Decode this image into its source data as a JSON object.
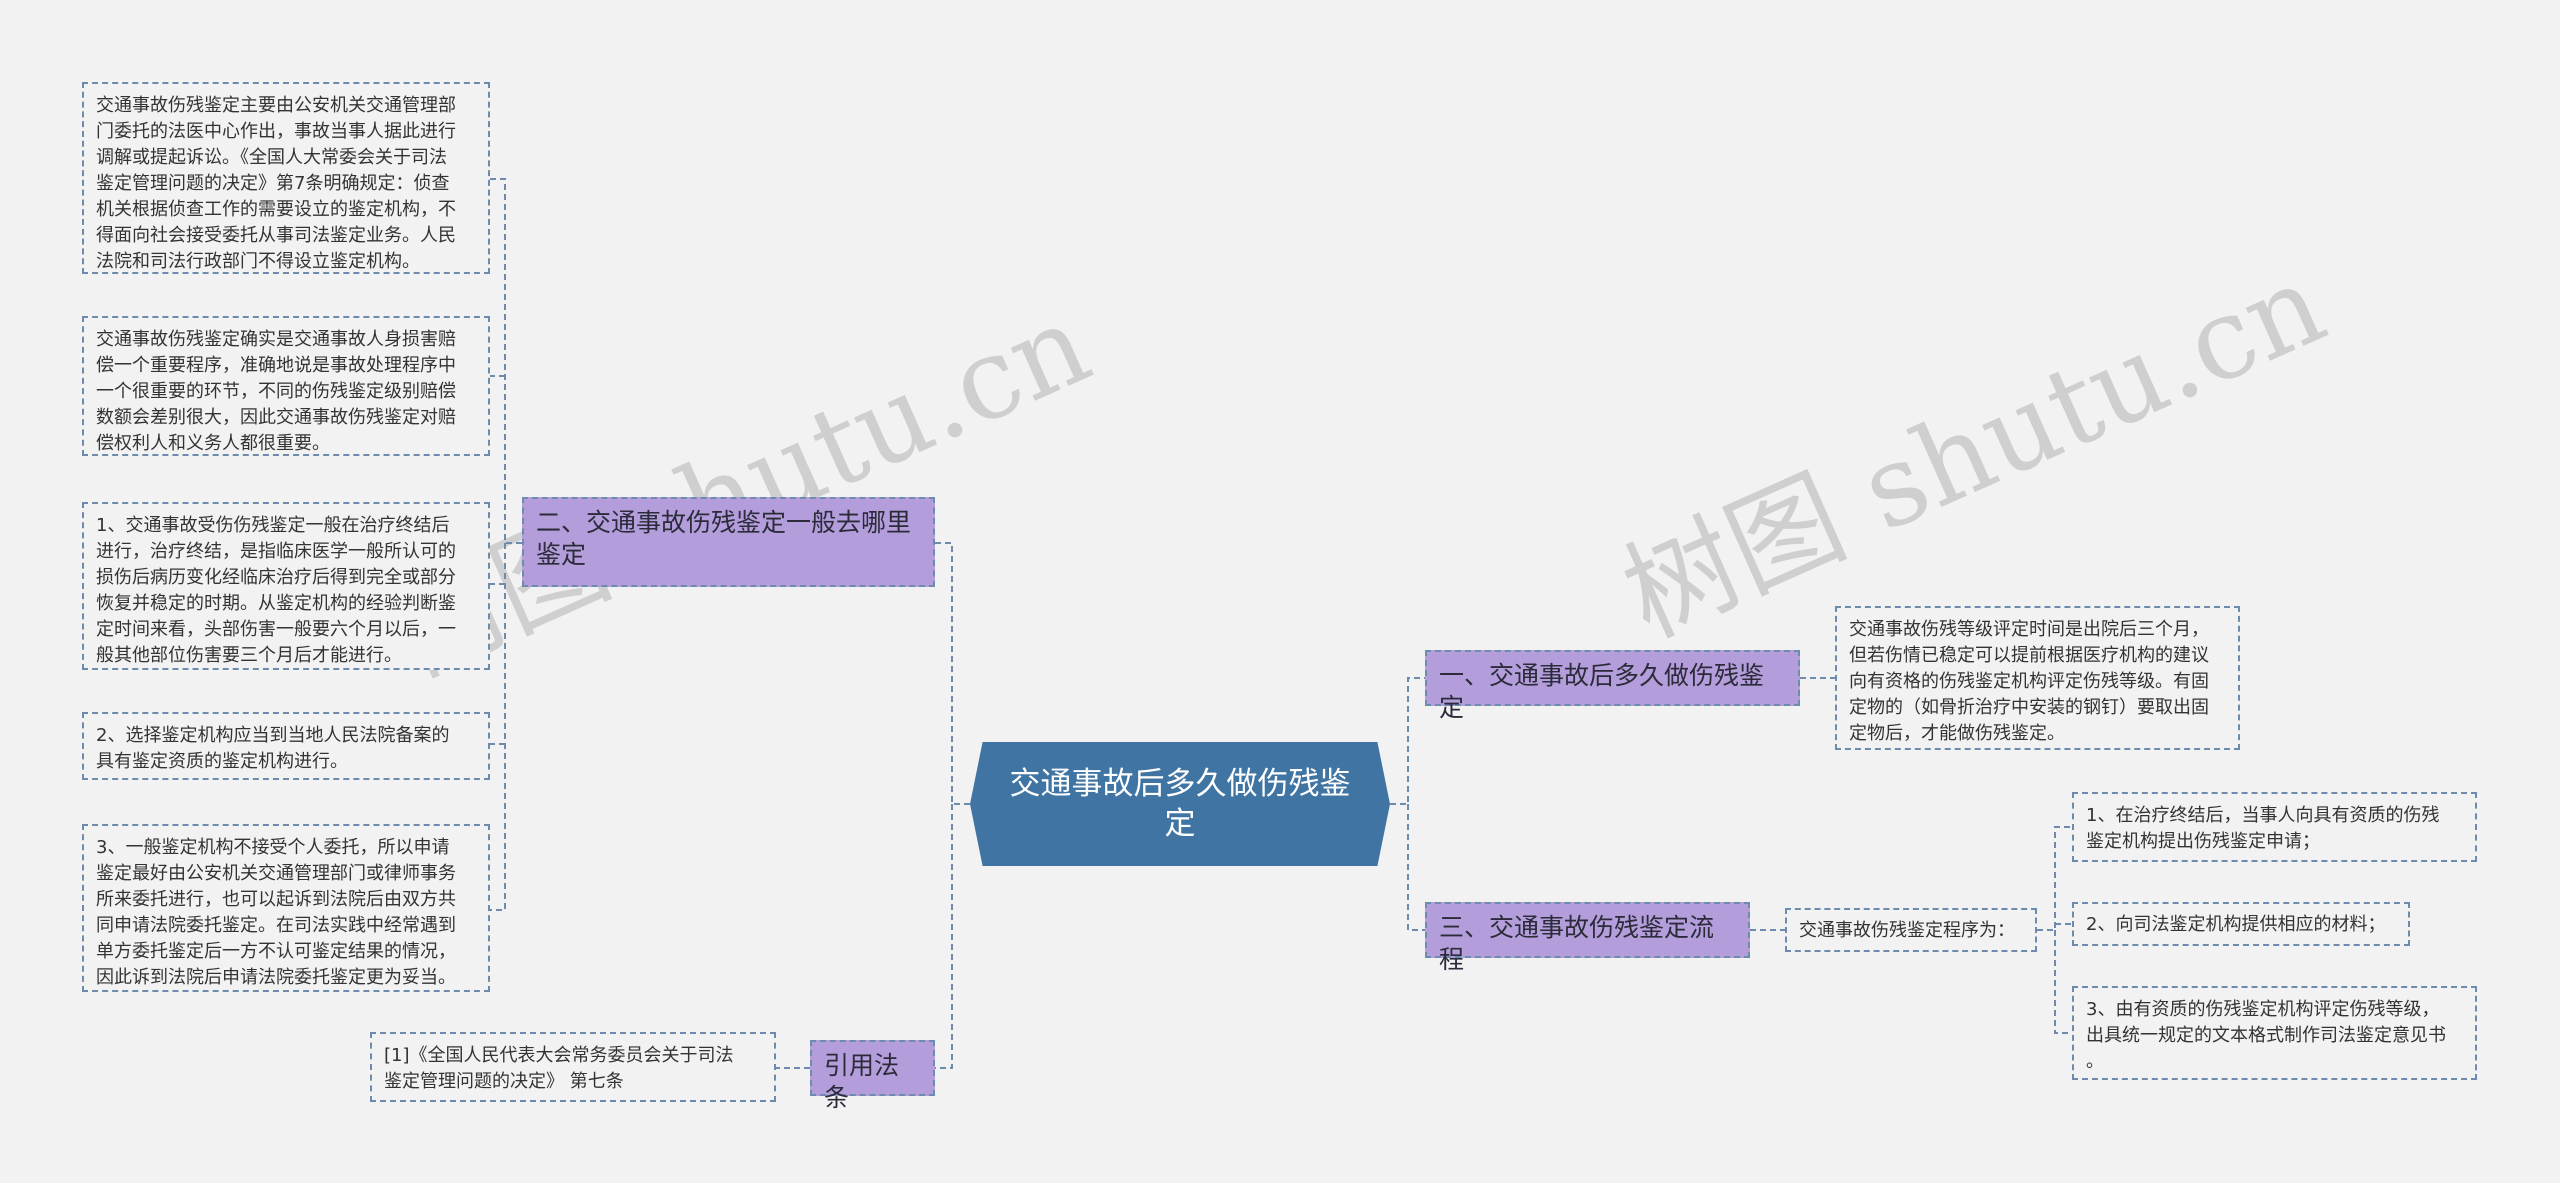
{
  "watermark": "树图 shutu.cn",
  "root": {
    "label": "交通事故后多久做伤残鉴\n定"
  },
  "branches": {
    "where": {
      "label": "二、交通事故伤残鉴定一般去哪里\n鉴定"
    },
    "law": {
      "label": "引用法条"
    },
    "when": {
      "label": "一、交通事故后多久做伤残鉴定"
    },
    "process": {
      "label": "三、交通事故伤残鉴定流程"
    }
  },
  "leaves": {
    "where_1": "交通事故伤残鉴定主要由公安机关交通管理部\n门委托的法医中心作出，事故当事人据此进行\n调解或提起诉讼。《全国人大常委会关于司法\n鉴定管理问题的决定》第7条明确规定：侦查\n机关根据侦查工作的需要设立的鉴定机构，不\n得面向社会接受委托从事司法鉴定业务。人民\n法院和司法行政部门不得设立鉴定机构。",
    "where_2": "交通事故伤残鉴定确实是交通事故人身损害赔\n偿一个重要程序，准确地说是事故处理程序中\n一个很重要的环节，不同的伤残鉴定级别赔偿\n数额会差别很大，因此交通事故伤残鉴定对赔\n偿权利人和义务人都很重要。",
    "where_3": "1、交通事故受伤伤残鉴定一般在治疗终结后\n进行，治疗终结，是指临床医学一般所认可的\n损伤后病历变化经临床治疗后得到完全或部分\n恢复并稳定的时期。从鉴定机构的经验判断鉴\n定时间来看，头部伤害一般要六个月以后，一\n般其他部位伤害要三个月后才能进行。",
    "where_4": "2、选择鉴定机构应当到当地人民法院备案的\n具有鉴定资质的鉴定机构进行。",
    "where_5": "3、一般鉴定机构不接受个人委托，所以申请\n鉴定最好由公安机关交通管理部门或律师事务\n所来委托进行，也可以起诉到法院后由双方共\n同申请法院委托鉴定。在司法实践中经常遇到\n单方委托鉴定后一方不认可鉴定结果的情况，\n因此诉到法院后申请法院委托鉴定更为妥当。",
    "law_1": "[1]《全国人民代表大会常务委员会关于司法\n鉴定管理问题的决定》 第七条",
    "when_1": "交通事故伤残等级评定时间是出院后三个月，\n但若伤情已稳定可以提前根据医疗机构的建议\n向有资格的伤残鉴定机构评定伤残等级。有固\n定物的（如骨折治疗中安装的钢钉）要取出固\n定物后，才能做伤残鉴定。",
    "process_mid": "交通事故伤残鉴定程序为：",
    "process_1": "1、在治疗终结后，当事人向具有资质的伤残\n鉴定机构提出伤残鉴定申请；",
    "process_2": "2、向司法鉴定机构提供相应的材料；",
    "process_3": "3、由有资质的伤残鉴定机构评定伤残等级，\n出具统一规定的文本格式制作司法鉴定意见书\n。"
  },
  "colors": {
    "background": "#f2f2f2",
    "root": "#3f74a3",
    "branch": "#b39ddb",
    "line": "#6d8cad"
  }
}
